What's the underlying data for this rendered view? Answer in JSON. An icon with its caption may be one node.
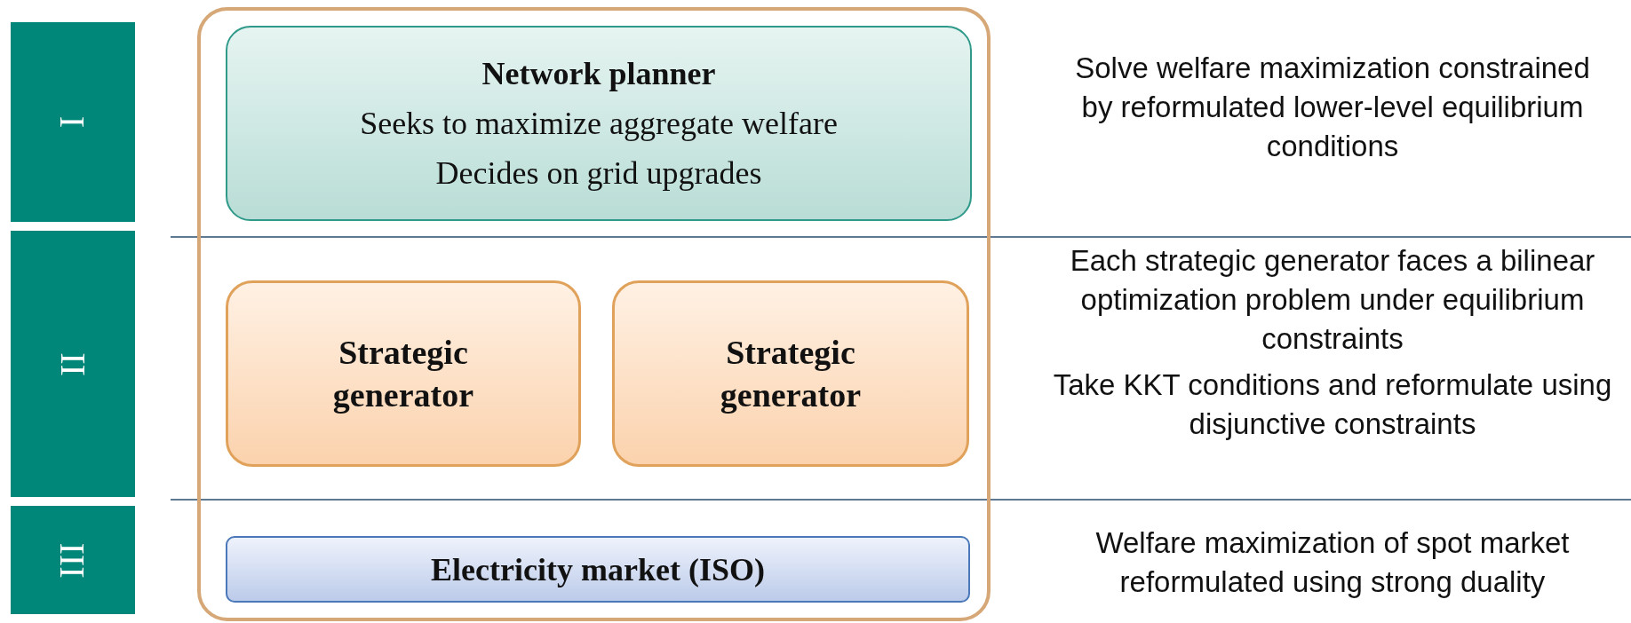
{
  "diagram": {
    "nodes": [
      {
        "text": [
          "I"
        ]
      },
      {
        "text": [
          "II"
        ]
      },
      {
        "text": [
          "III"
        ]
      },
      {
        "text": [],
        "shape": "box"
      },
      {
        "text": [
          "Network planner",
          "Seeks to maximize aggregate welfare",
          "Decides on grid upgrades"
        ],
        "in": 3
      },
      {
        "text": [
          "Strategic generator"
        ],
        "in": 3
      },
      {
        "text": [
          "Strategic generator"
        ],
        "in": 3
      },
      {
        "text": [
          "Electricity market (ISO)"
        ],
        "in": 3
      }
    ],
    "labels": [
      "Solve welfare maximization constrained by reformulated lower-level equilibrium conditions",
      "Each strategic generator faces a bilinear optimization problem under equilibrium constraints",
      "Take KKT conditions and reformulate using disjunctive constraints",
      "Welfare maximization of spot market reformulated using strong duality"
    ]
  }
}
